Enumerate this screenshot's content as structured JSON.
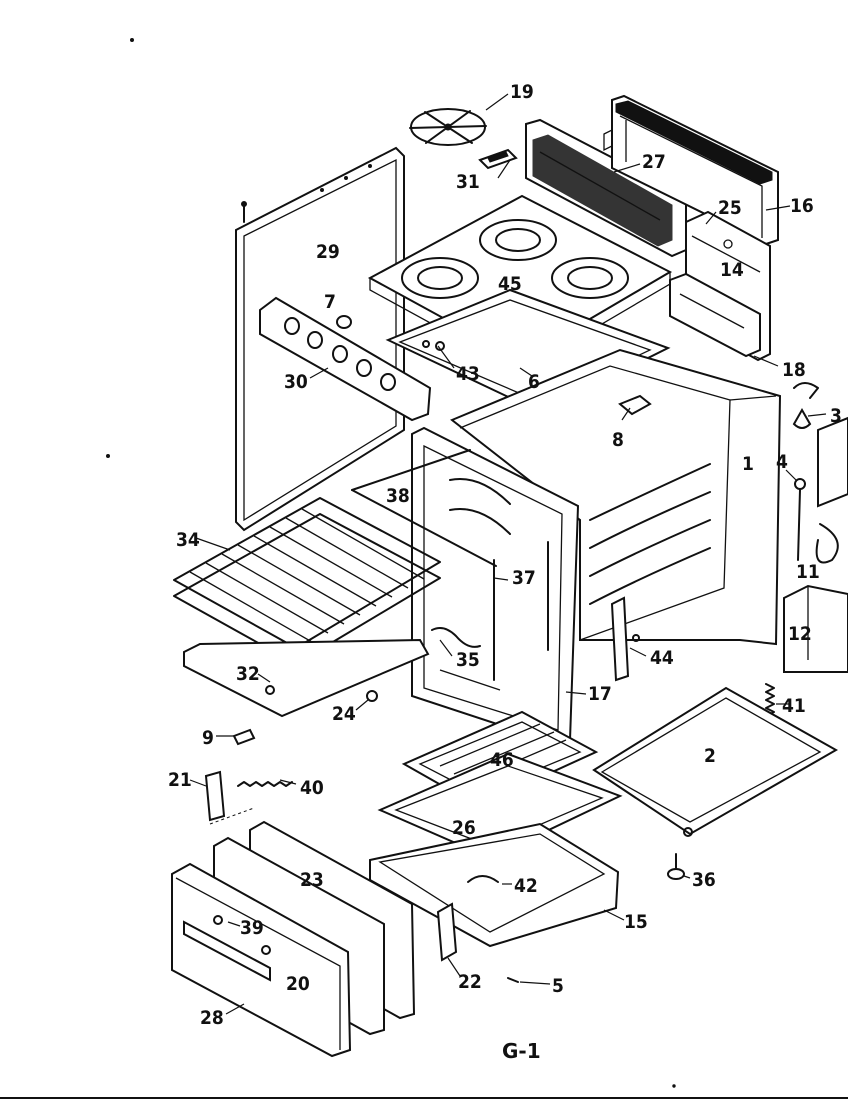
{
  "caption": "G-1",
  "callouts": [
    "19",
    "27",
    "16",
    "31",
    "25",
    "29",
    "14",
    "45",
    "7",
    "43",
    "6",
    "18",
    "30",
    "8",
    "1",
    "4",
    "38",
    "34",
    "37",
    "11",
    "12",
    "35",
    "44",
    "32",
    "17",
    "41",
    "24",
    "9",
    "46",
    "2",
    "21",
    "40",
    "26",
    "42",
    "36",
    "23",
    "15",
    "39",
    "22",
    "5",
    "20",
    "28"
  ],
  "cutoff_labels": [
    "3"
  ]
}
